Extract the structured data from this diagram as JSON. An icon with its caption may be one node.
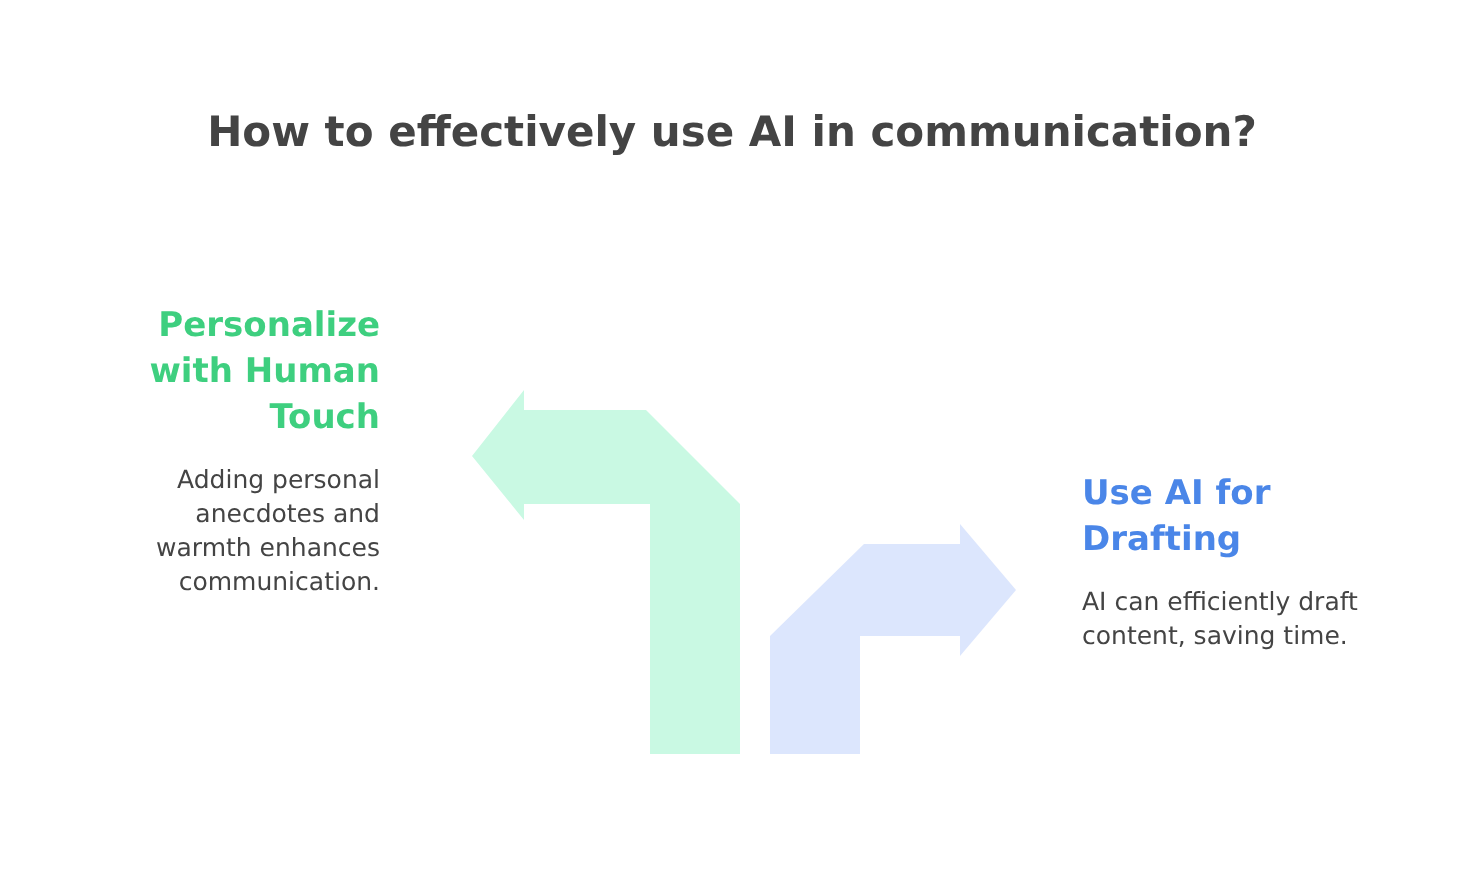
{
  "diagram": {
    "title": "How to effectively use AI in communication?",
    "nodes": [
      {
        "text": [
          "Personalize with Human Touch",
          "Adding personal anecdotes and warmth enhances communication."
        ]
      },
      {
        "text": [
          "Use AI for Drafting",
          "AI can efficiently draft content, saving time."
        ]
      }
    ]
  }
}
